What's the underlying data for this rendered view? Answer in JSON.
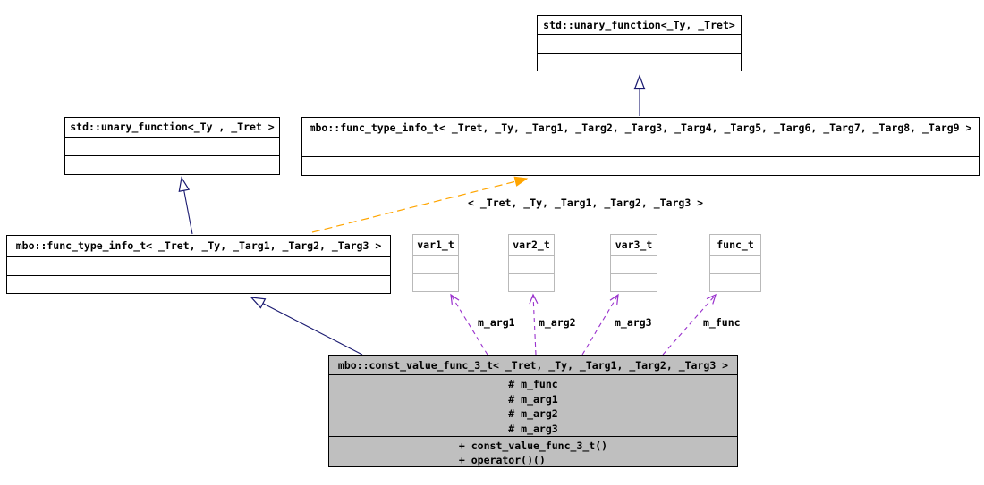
{
  "diagram": {
    "type": "class-inheritance-collaboration-graph",
    "colors": {
      "background": "#ffffff",
      "node_fill": "#ffffff",
      "node_border": "#000000",
      "undocumented_node_border": "#b9b9b9",
      "current_node_fill": "#bfbfbf",
      "inheritance_edge": "#191970",
      "template_instance_edge": "#ffa500",
      "usage_edge": "#9a32cd"
    },
    "nodes": {
      "unary_function_top": {
        "title": "std::unary_function<_Ty, _Tret>"
      },
      "unary_function_left": {
        "title": "std::unary_function<_Ty , _Tret >"
      },
      "func_type_info_full": {
        "title": "mbo::func_type_info_t< _Tret, _Ty, _Targ1, _Targ2, _Targ3, _Targ4, _Targ5, _Targ6, _Targ7, _Targ8, _Targ9 >"
      },
      "func_type_info": {
        "title": "mbo::func_type_info_t< _Tret, _Ty, _Targ1, _Targ2, _Targ3 >"
      },
      "var1_t": {
        "title": "var1_t"
      },
      "var2_t": {
        "title": "var2_t"
      },
      "var3_t": {
        "title": "var3_t"
      },
      "func_t": {
        "title": "func_t"
      },
      "const_value_func_3_t": {
        "title": "mbo::const_value_func_3_t< _Tret, _Ty, _Targ1, _Targ2, _Targ3 >",
        "attributes": [
          "# m_func",
          "# m_arg1",
          "# m_arg2",
          "# m_arg3"
        ],
        "methods": [
          "+ const_value_func_3_t()",
          "+ operator()()"
        ]
      }
    },
    "edge_labels": {
      "template_args": "< _Tret, _Ty, _Targ1, _Targ2, _Targ3 >",
      "m_arg1": "m_arg1",
      "m_arg2": "m_arg2",
      "m_arg3": "m_arg3",
      "m_func": "m_func"
    }
  }
}
